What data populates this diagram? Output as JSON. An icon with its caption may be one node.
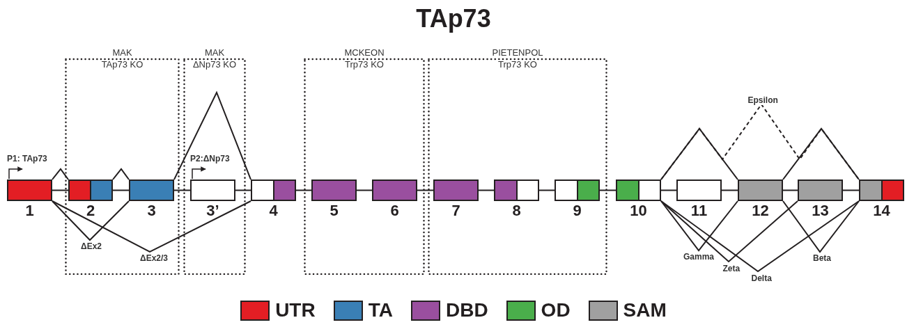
{
  "diagram": {
    "title": "TAp73",
    "nodes": [
      {
        "text": [],
        "shape": "box",
        "beside": [
          "1"
        ]
      },
      {
        "text": [
          "MAK",
          "TAp73 KO"
        ]
      },
      {
        "text": [],
        "shape": "box",
        "beside": [
          "2"
        ],
        "in": 1
      },
      {
        "text": [],
        "shape": "box",
        "beside": [
          "3"
        ],
        "in": 1
      },
      {
        "text": [
          "MAK",
          "ΔNp73 KO"
        ]
      },
      {
        "text": [],
        "shape": "box",
        "beside": [
          "3’"
        ],
        "in": 4
      },
      {
        "text": [],
        "shape": "box",
        "beside": [
          "4"
        ]
      },
      {
        "text": [
          "MCKEON",
          "Trp73 KO"
        ]
      },
      {
        "text": [],
        "shape": "box",
        "beside": [
          "5"
        ],
        "in": 7
      },
      {
        "text": [],
        "shape": "box",
        "beside": [
          "6"
        ],
        "in": 7
      },
      {
        "text": [
          "PIETENPOL",
          "Trp73 KO"
        ]
      },
      {
        "text": [],
        "shape": "box",
        "beside": [
          "7"
        ],
        "in": 10
      },
      {
        "text": [],
        "shape": "box",
        "beside": [
          "8"
        ],
        "in": 10
      },
      {
        "text": [],
        "shape": "box",
        "beside": [
          "9"
        ],
        "in": 10
      },
      {
        "text": [],
        "shape": "box",
        "beside": [
          "10"
        ]
      },
      {
        "text": [],
        "shape": "box",
        "beside": [
          "11"
        ]
      },
      {
        "text": [],
        "shape": "box",
        "beside": [
          "12"
        ]
      },
      {
        "text": [],
        "shape": "box",
        "beside": [
          "13"
        ]
      },
      {
        "text": [],
        "shape": "box",
        "beside": [
          "14"
        ]
      }
    ],
    "edges": [
      {
        "from": 0,
        "to": 2,
        "arrow": "none"
      },
      {
        "from": 2,
        "to": 3,
        "arrow": "none"
      },
      {
        "from": 3,
        "to": 5,
        "arrow": "none"
      },
      {
        "from": 5,
        "to": 6,
        "arrow": "none"
      },
      {
        "from": 6,
        "to": 8,
        "arrow": "none"
      },
      {
        "from": 8,
        "to": 9,
        "arrow": "none"
      },
      {
        "from": 9,
        "to": 11,
        "arrow": "none"
      },
      {
        "from": 11,
        "to": 12,
        "arrow": "none"
      },
      {
        "from": 12,
        "to": 13,
        "arrow": "none"
      },
      {
        "from": 13,
        "to": 14,
        "arrow": "none"
      },
      {
        "from": 14,
        "to": 15,
        "arrow": "none"
      },
      {
        "from": 15,
        "to": 16,
        "arrow": "none"
      },
      {
        "from": 16,
        "to": 17,
        "arrow": "none"
      },
      {
        "from": 17,
        "to": 18,
        "arrow": "none"
      },
      {
        "from": 0,
        "to": 2,
        "arrow": "none"
      },
      {
        "from": 2,
        "to": 3,
        "arrow": "none"
      },
      {
        "from": 3,
        "to": 6,
        "arrow": "none"
      },
      {
        "from": 14,
        "to": 16,
        "arrow": "none"
      },
      {
        "from": 16,
        "to": 18,
        "arrow": "none"
      },
      {
        "from": 14,
        "to": 18,
        "arrow": "none",
        "label": "Epsilon",
        "style": "dashed"
      },
      {
        "from": 0,
        "to": 3,
        "arrow": "none",
        "label": "ΔEx2"
      },
      {
        "from": 0,
        "to": 6,
        "arrow": "none",
        "label": "ΔEx2/3"
      },
      {
        "from": 14,
        "to": 16,
        "arrow": "none",
        "label": "Gamma"
      },
      {
        "from": 14,
        "to": 17,
        "arrow": "none",
        "label": "Zeta"
      },
      {
        "from": 14,
        "to": 18,
        "arrow": "none",
        "label": "Delta"
      },
      {
        "from": 16,
        "to": 18,
        "arrow": "none",
        "label": "Beta"
      }
    ],
    "labels": [
      "P1: TAp73",
      "P2:ΔNp73"
    ],
    "legend": [
      {
        "text": "UTR",
        "color": "#e31e24"
      },
      {
        "text": "TA",
        "color": "#3a7fb5"
      },
      {
        "text": "DBD",
        "color": "#9a4f9f"
      },
      {
        "text": "OD",
        "color": "#4aae4b"
      },
      {
        "text": "SAM",
        "color": "#a0a0a0"
      }
    ]
  }
}
